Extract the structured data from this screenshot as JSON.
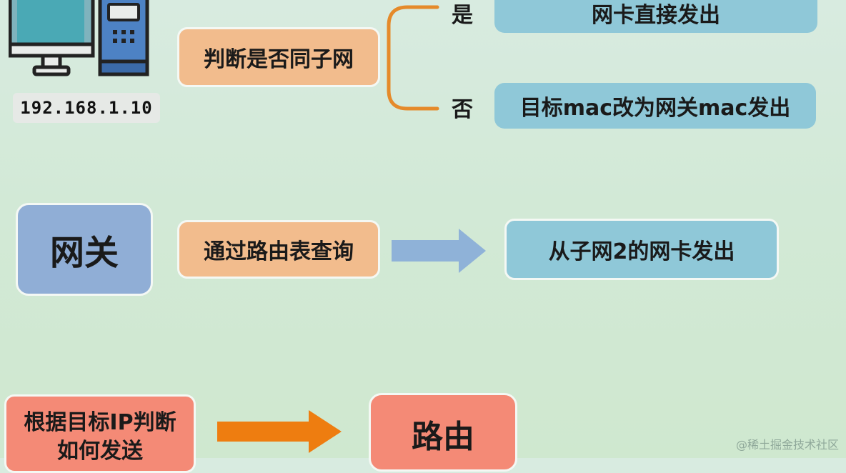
{
  "host": {
    "ip": "192.168.1.10",
    "icon": "computer-icon"
  },
  "decision": {
    "question": "判断是否同子网",
    "yes_label": "是",
    "no_label": "否",
    "yes_action": "网卡直接发出",
    "no_action": "目标mac改为网关mac发出"
  },
  "gateway": {
    "title": "网关",
    "step": "通过路由表查询",
    "result": "从子网2的网卡发出"
  },
  "routing": {
    "desc": "根据目标IP判断如何发送",
    "title": "路由"
  },
  "watermark": "@稀土掘金技术社区",
  "colors": {
    "orange_box": "#f2bc8d",
    "blue_box": "#8fc8d8",
    "navy_box": "#90aed6",
    "salmon_box": "#f48a76",
    "bracket": "#e58a2a",
    "arrow_blue": "#8fb2d8",
    "arrow_orange": "#ee7d10"
  }
}
